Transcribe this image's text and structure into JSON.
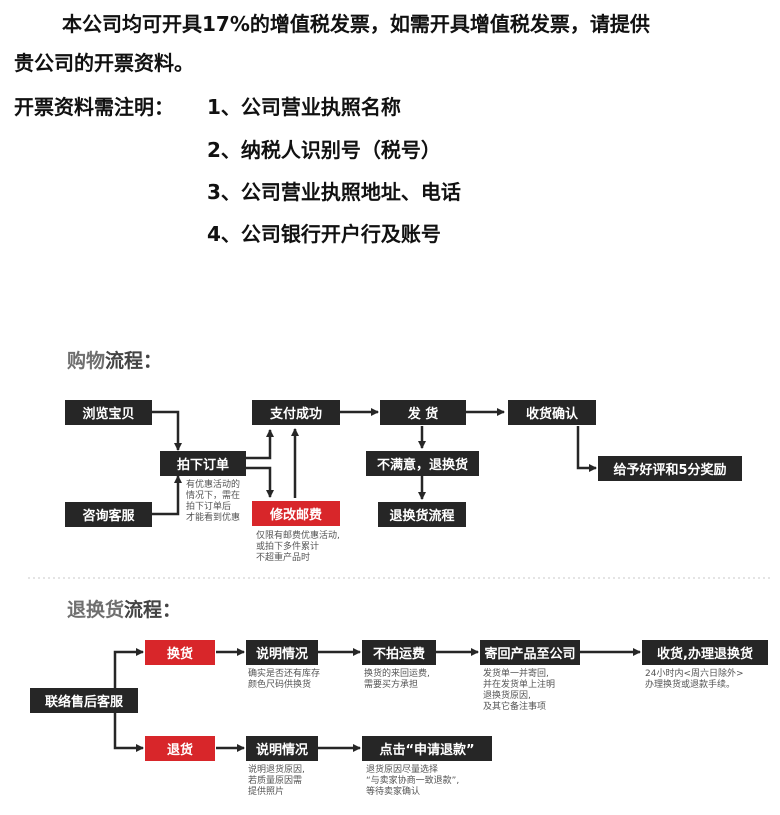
{
  "header": {
    "line1": "本公司均可开具17%的增值税发票，如需开具增值税发票，请提供",
    "line2": "贵公司的开票资料。",
    "label": "开票资料需注明：",
    "items": [
      "1、公司营业执照名称",
      "2、纳税人识别号（税号）",
      "3、公司营业执照地址、电话",
      "4、公司银行开户行及账号"
    ]
  },
  "shopping": {
    "title_a": "购物",
    "title_b": "流程：",
    "browse": "浏览宝贝",
    "consult": "咨询客服",
    "order": "拍下订单",
    "order_note": "有优惠活动的\n情况下，需在\n拍下订单后\n才能看到优惠",
    "pay": "支付成功",
    "modify": "修改邮费",
    "modify_note": "仅限有邮费优惠活动,\n或拍下多件累计\n不超重产品时",
    "ship": "发  货",
    "unsatisfied": "不满意，退换货",
    "return_flow": "退换货流程",
    "confirm": "收货确认",
    "rate": "给予好评和5分奖励"
  },
  "returns": {
    "title_a": "退换货",
    "title_b": "流程：",
    "contact": "联络售后客服",
    "exchange": "换货",
    "refund": "退货",
    "explain1": "说明情况",
    "explain1_note": "确实是否还有库存\n颜色尺码供换货",
    "no_shoot": "不拍运费",
    "no_shoot_note": "换货的来回运费,\n需要买方承担",
    "send_back": "寄回产品至公司",
    "send_back_note": "发货单一并寄回,\n并在发货单上注明\n退换货原因,\n及其它备注事项",
    "receive": "收货,办理退换货",
    "receive_note": "24小时内<周六日除外>\n办理换货或退款手续。",
    "explain2": "说明情况",
    "explain2_note": "说明退货原因,\n若质量原因需\n提供照片",
    "apply": "点击“申请退款”",
    "apply_note": "退货原因尽量选择\n“与卖家协商一致退款”,\n等待卖家确认"
  }
}
